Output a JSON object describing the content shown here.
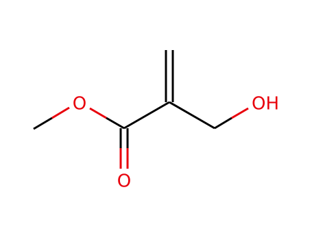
{
  "molecule": {
    "atoms": {
      "ester_oxygen": "O",
      "carbonyl_oxygen": "O",
      "hydroxyl": "OH"
    },
    "colors": {
      "bond": "#000000",
      "heteroatom": "#e8000b",
      "background": "#ffffff"
    }
  }
}
